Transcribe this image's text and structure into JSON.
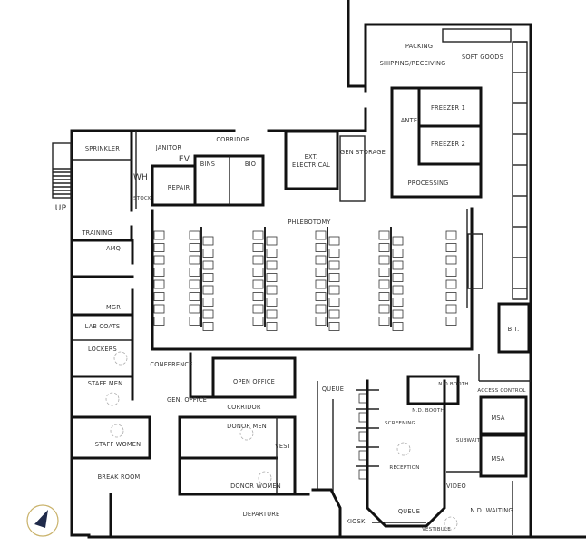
{
  "plan": {
    "labels": {
      "sprinkler": "SPRINKLER",
      "up": "UP",
      "training": "TRAINING",
      "amq": "AMQ",
      "mgr": "MGR",
      "lab_coats": "LAB COATS",
      "lockers": "LOCKERS",
      "staff_men": "STAFF MEN",
      "staff_women": "STAFF WOMEN",
      "break_room": "BREAK ROOM",
      "janitor": "JANITOR",
      "corridor_top": "CORRIDOR",
      "ev": "EV",
      "wh": "WH",
      "bins": "BINS",
      "bio": "BIO",
      "repair": "REPAIR",
      "stock": "STOCK",
      "ext_electrical_1": "EXT.",
      "ext_electrical_2": "ELECTRICAL",
      "gen_storage": "GEN STORAGE",
      "packing": "PACKING",
      "shipping_receiving": "SHIPPING/RECEIVING",
      "soft_goods": "SOFT GOODS",
      "ante": "ANTE",
      "freezer_1": "FREEZER 1",
      "freezer_2": "FREEZER 2",
      "processing": "PROCESSING",
      "phlebotomy": "PHLEBOTOMY",
      "bt": "B.T.",
      "conference": "CONFERENCE",
      "open_office": "OPEN OFFICE",
      "gen_office": "GEN. OFFICE",
      "corridor_mid": "CORRIDOR",
      "donor_men": "DONOR MEN",
      "vest": "VEST",
      "donor_women": "DONOR WOMEN",
      "departure": "DEPARTURE",
      "queue_upper": "QUEUE",
      "screening": "SCREENING",
      "reception": "RECEPTION",
      "nd_booth_upper": "N.D.BOOTH",
      "nd_booth_lower": "N.D. BOOTH",
      "subwait": "SUBWAIT",
      "access_control": "ACCESS CONTROL",
      "msa_upper": "MSA",
      "msa_lower": "MSA",
      "video": "VIDEO",
      "queue_lower": "QUEUE",
      "kiosk": "KIOSK",
      "vestibule": "VESTIBULE",
      "nd_waiting": "N.D. WAITING"
    },
    "north_arrow_icon": "north-arrow-icon",
    "accessibility_icon": "wheelchair-icon",
    "colors": {
      "walls": "#111111",
      "north_arrow": "#1f2a4a",
      "north_ring": "#c9b26a"
    }
  }
}
